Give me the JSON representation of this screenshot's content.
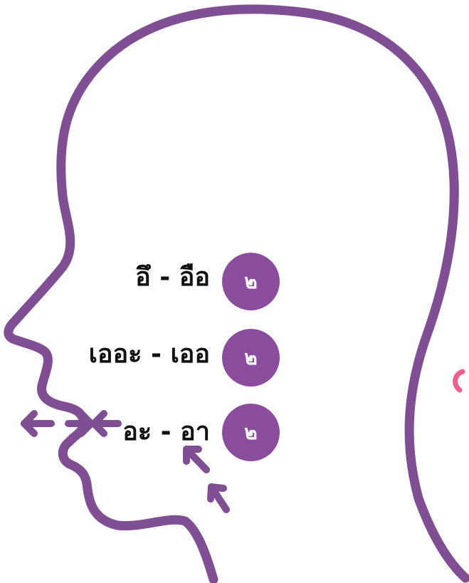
{
  "colors": {
    "outline": "#804f93",
    "badge": "#8a4d9d",
    "label": "#111111",
    "pink_mark": "#ee5f8f"
  },
  "rows": [
    {
      "label": "อึ - อือ",
      "badge": "๒"
    },
    {
      "label": "เออะ - เออ",
      "badge": "๒"
    },
    {
      "label": "อะ - อา",
      "badge": "๒"
    }
  ]
}
